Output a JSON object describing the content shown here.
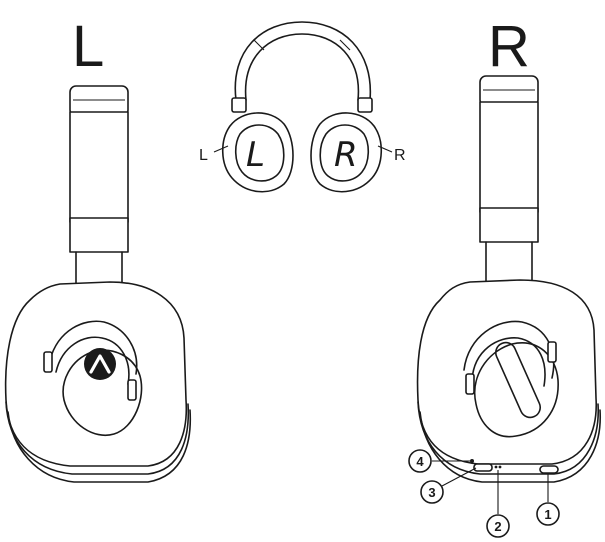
{
  "labels": {
    "left_big": "L",
    "right_big": "R",
    "top_left": "L",
    "top_right": "R",
    "cup_left": "L",
    "cup_right": "R"
  },
  "callouts": [
    {
      "number": "1",
      "target": "usb-c-port"
    },
    {
      "number": "2",
      "target": "microphone"
    },
    {
      "number": "3",
      "target": "control-switch"
    },
    {
      "number": "4",
      "target": "status-led"
    }
  ]
}
